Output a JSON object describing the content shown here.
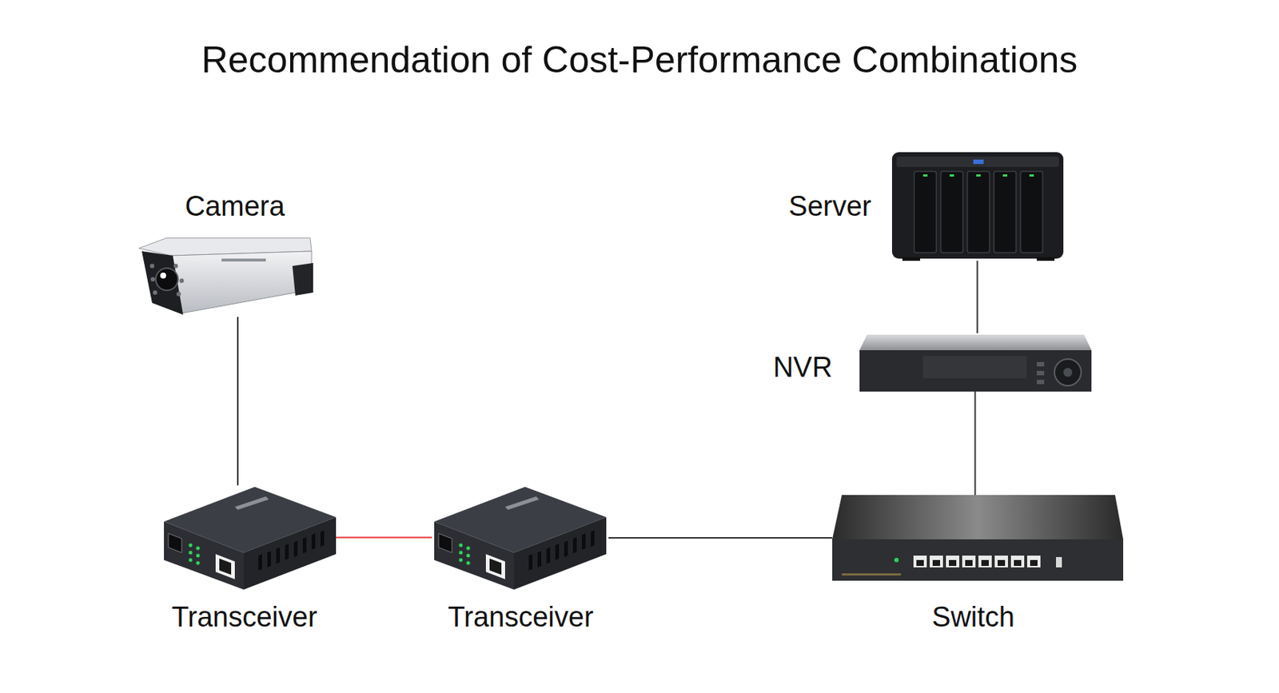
{
  "diagram": {
    "title": "Recommendation of Cost-Performance Combinations",
    "nodes": [
      {
        "text": [
          "Camera"
        ]
      },
      {
        "text": [
          "Server"
        ]
      },
      {
        "text": [
          "NVR"
        ]
      },
      {
        "text": [
          "Transceiver"
        ]
      },
      {
        "text": [
          "Transceiver"
        ]
      },
      {
        "text": [
          "Switch"
        ]
      }
    ],
    "edges": [
      {
        "from": 0,
        "to": 3,
        "arrow": "none"
      },
      {
        "from": 3,
        "to": 4,
        "arrow": "none"
      },
      {
        "from": 4,
        "to": 5,
        "arrow": "none"
      },
      {
        "from": 5,
        "to": 2,
        "arrow": "none"
      },
      {
        "from": 2,
        "to": 1,
        "arrow": "none"
      }
    ]
  }
}
